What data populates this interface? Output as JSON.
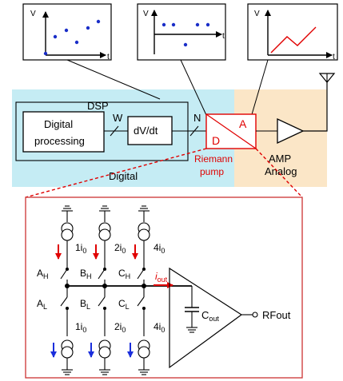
{
  "colors": {
    "digital_bg": "#c5ecf4",
    "analog_bg": "#fbe6c7",
    "red": "#e00000",
    "blue": "#1a2edc",
    "dot": "#1a2ec8"
  },
  "plots": {
    "p1": {
      "y": "V",
      "x": "t"
    },
    "p2": {
      "y": "V",
      "x": "t"
    },
    "p3": {
      "y": "V",
      "x": "t"
    }
  },
  "block": {
    "dsp": "DSP",
    "digital_processing_1": "Digital",
    "digital_processing_2": "processing",
    "w": "W",
    "dvdt": "dV/dt",
    "n": "N",
    "dac_a": "A",
    "dac_d": "D",
    "riemann_1": "Riemann",
    "riemann_2": "pump",
    "amp": "AMP",
    "analog": "Analog",
    "digital": "Digital"
  },
  "circuit": {
    "i1": "1i",
    "i2": "2i",
    "i4": "4i",
    "sub0": "0",
    "ah": "A",
    "bh": "B",
    "ch": "C",
    "al": "A",
    "bl": "B",
    "cl": "C",
    "H": "H",
    "L": "L",
    "iout": "i",
    "out_sub": "out",
    "cout": "C",
    "rfout": "RFout"
  }
}
